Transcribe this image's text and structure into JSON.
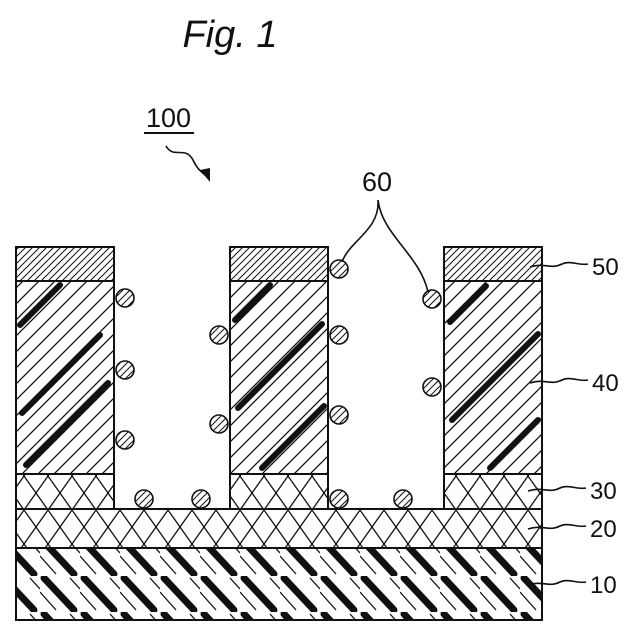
{
  "figure": {
    "title": "Fig. 1",
    "device_label": "100",
    "particle_label": "60"
  },
  "layers": [
    {
      "label": "50",
      "pattern": "fine-hatch"
    },
    {
      "label": "40",
      "pattern": "hatch-with-thick-dashes"
    },
    {
      "label": "30",
      "pattern": "chevron-hatch"
    },
    {
      "label": "20",
      "pattern": "chevron-hatch"
    },
    {
      "label": "10",
      "pattern": "thick-dash-hatch"
    }
  ],
  "colors": {
    "line": "#111111",
    "background": "#ffffff"
  }
}
